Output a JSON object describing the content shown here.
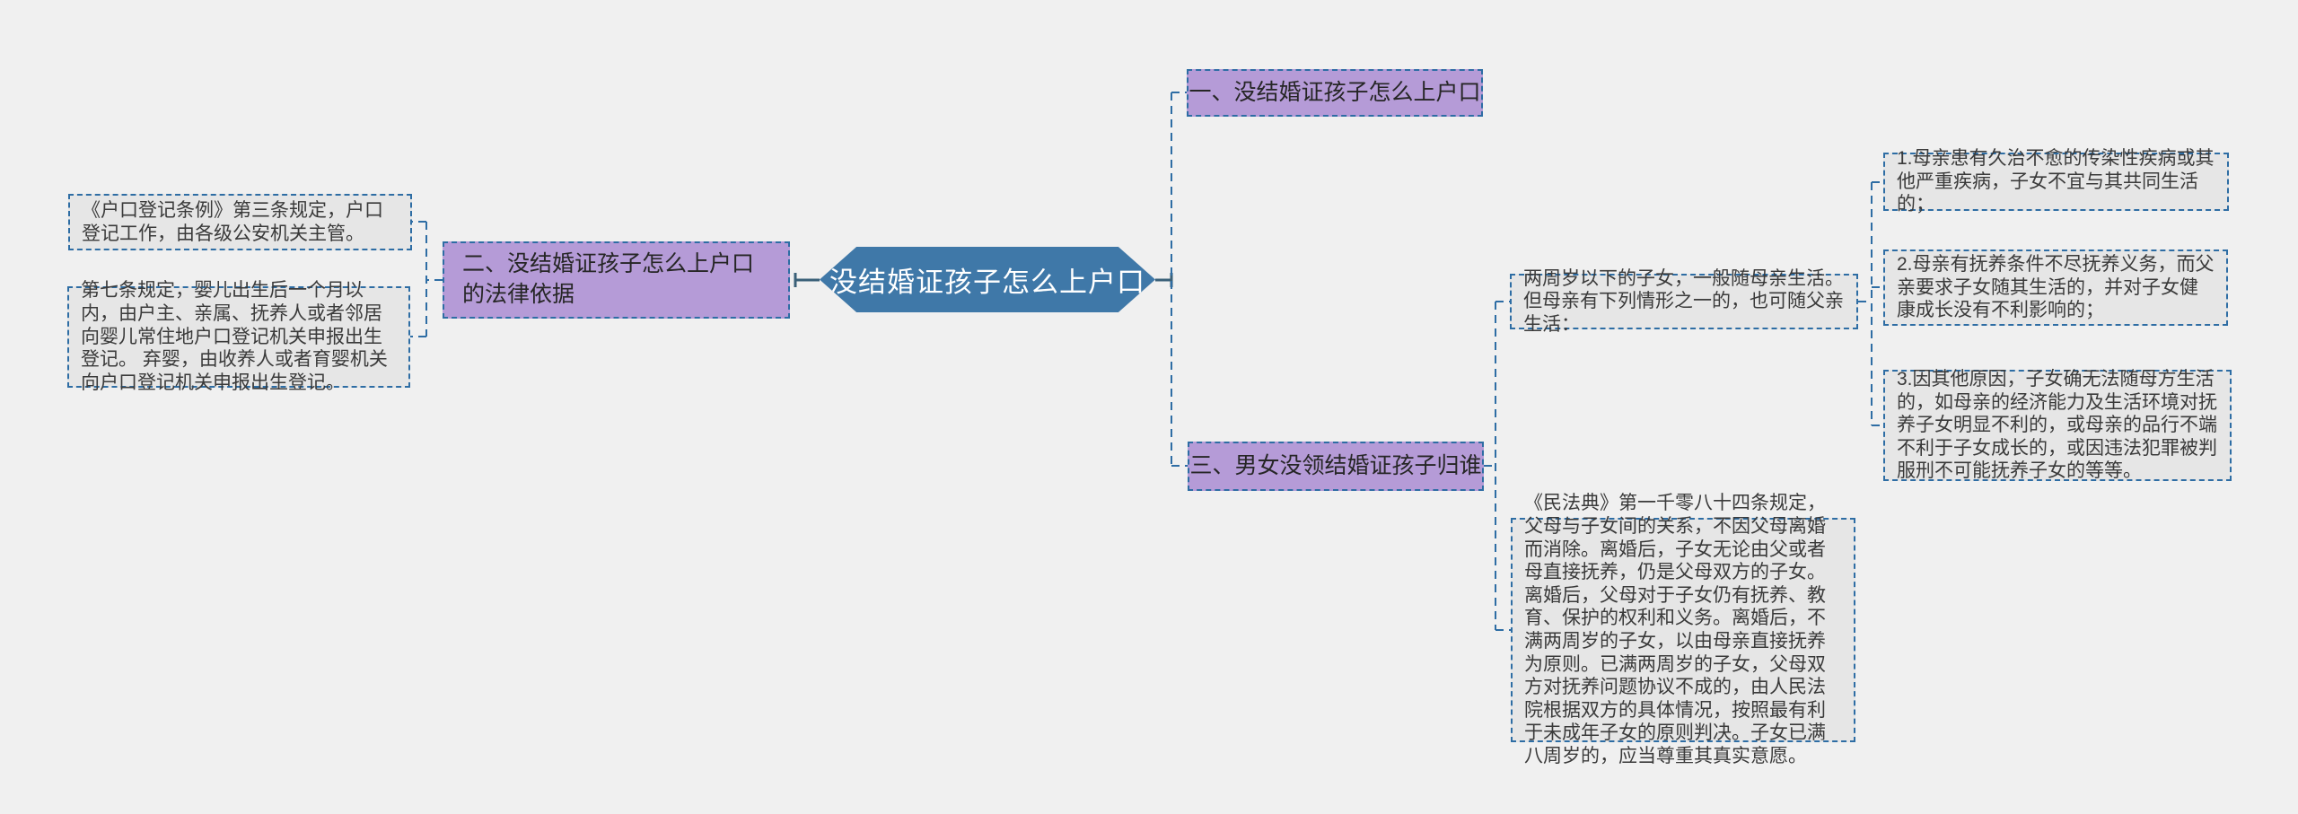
{
  "diagram": {
    "type": "mindmap",
    "background": "#f0f0f0",
    "colors": {
      "root_fill": "#3f78a8",
      "root_text": "#ffffff",
      "topic_fill": "#b59bd7",
      "detail_fill": "#e6e6e6",
      "dashed_line": "#2e6da4",
      "solid_line": "#3a6078",
      "detail_text": "#3a3a3a"
    },
    "nodes": {
      "root": "没结婚证孩子怎么上户口",
      "topic1": "一、没结婚证孩子怎么上户口",
      "topic2": "二、没结婚证孩子怎么上户口的法律依据",
      "topic3": "三、男女没领结婚证孩子归谁",
      "law1": "《户口登记条例》第三条规定，户口登记工作，由各级公安机关主管。",
      "law2": "第七条规定，婴儿出生后一个月以内，由户主、亲属、抚养人或者邻居向婴儿常住地户口登记机关申报出生登记。 弃婴，由收养人或者育婴机关向户口登记机关申报出生登记。",
      "custody_intro": "两周岁以下的子女，一般随母亲生活。但母亲有下列情形之一的，也可随父亲生活：",
      "condition1": "1.母亲患有久治不愈的传染性疾病或其他严重疾病，子女不宜与其共同生活的；",
      "condition2": "2.母亲有抚养条件不尽抚养义务，而父亲要求子女随其生活的，并对子女健康成长没有不利影响的；",
      "condition3": "3.因其他原因，子女确无法随母方生活的，如母亲的经济能力及生活环境对抚养子女明显不利的，或母亲的品行不端不利于子女成长的，或因违法犯罪被判服刑不可能抚养子女的等等。",
      "civil_code": "《民法典》第一千零八十四条规定，父母与子女间的关系，不因父母离婚而消除。离婚后，子女无论由父或者母直接抚养，仍是父母双方的子女。离婚后，父母对于子女仍有抚养、教育、保护的权利和义务。离婚后，不满两周岁的子女，以由母亲直接抚养为原则。已满两周岁的子女，父母双方对抚养问题协议不成的，由人民法院根据双方的具体情况，按照最有利于未成年子女的原则判决。子女已满八周岁的，应当尊重其真实意愿。"
    }
  }
}
